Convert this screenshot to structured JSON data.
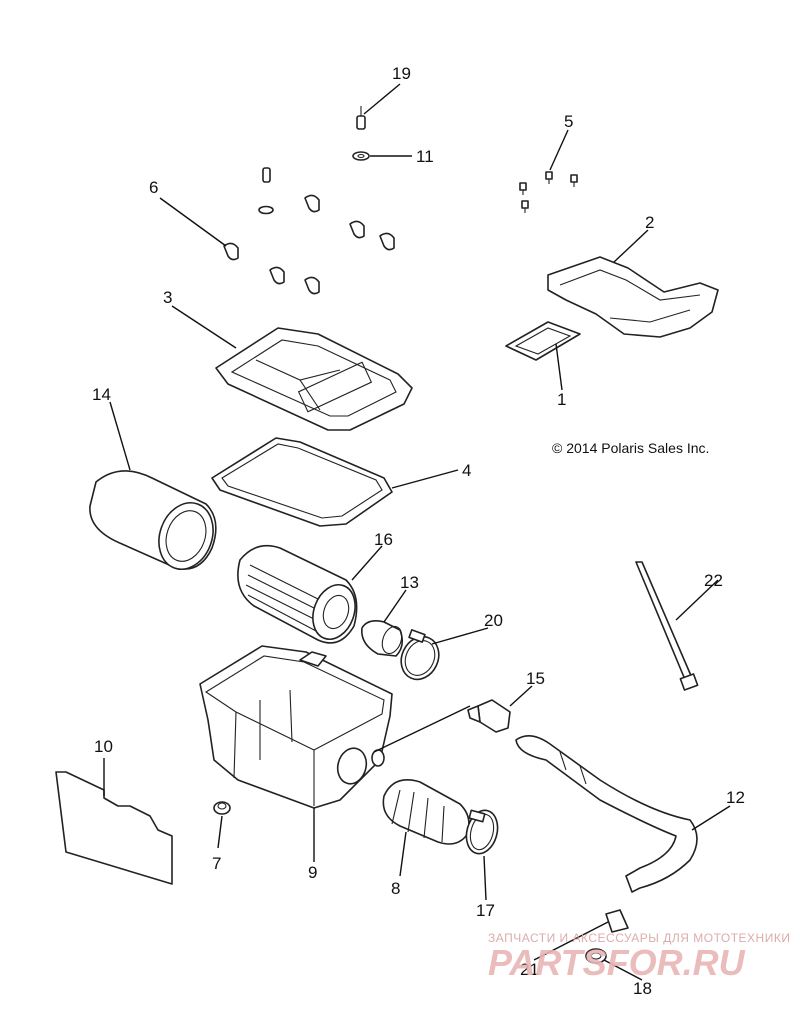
{
  "copyright": "© 2014 Polaris Sales Inc.",
  "watermark": {
    "tagline": "ЗАПЧАСТИ И АКСЕССУАРЫ ДЛЯ МОТОТЕХНИКИ",
    "brand": "PARTSFOR.RU"
  },
  "callouts": {
    "c1": "1",
    "c2": "2",
    "c3": "3",
    "c4": "4",
    "c5": "5",
    "c6": "6",
    "c7": "7",
    "c8": "8",
    "c9": "9",
    "c10": "10",
    "c11": "11",
    "c12": "12",
    "c13": "13",
    "c14": "14",
    "c15": "15",
    "c16": "16",
    "c17": "17",
    "c18": "18",
    "c19": "19",
    "c20": "20",
    "c21": "21",
    "c22": "22"
  }
}
